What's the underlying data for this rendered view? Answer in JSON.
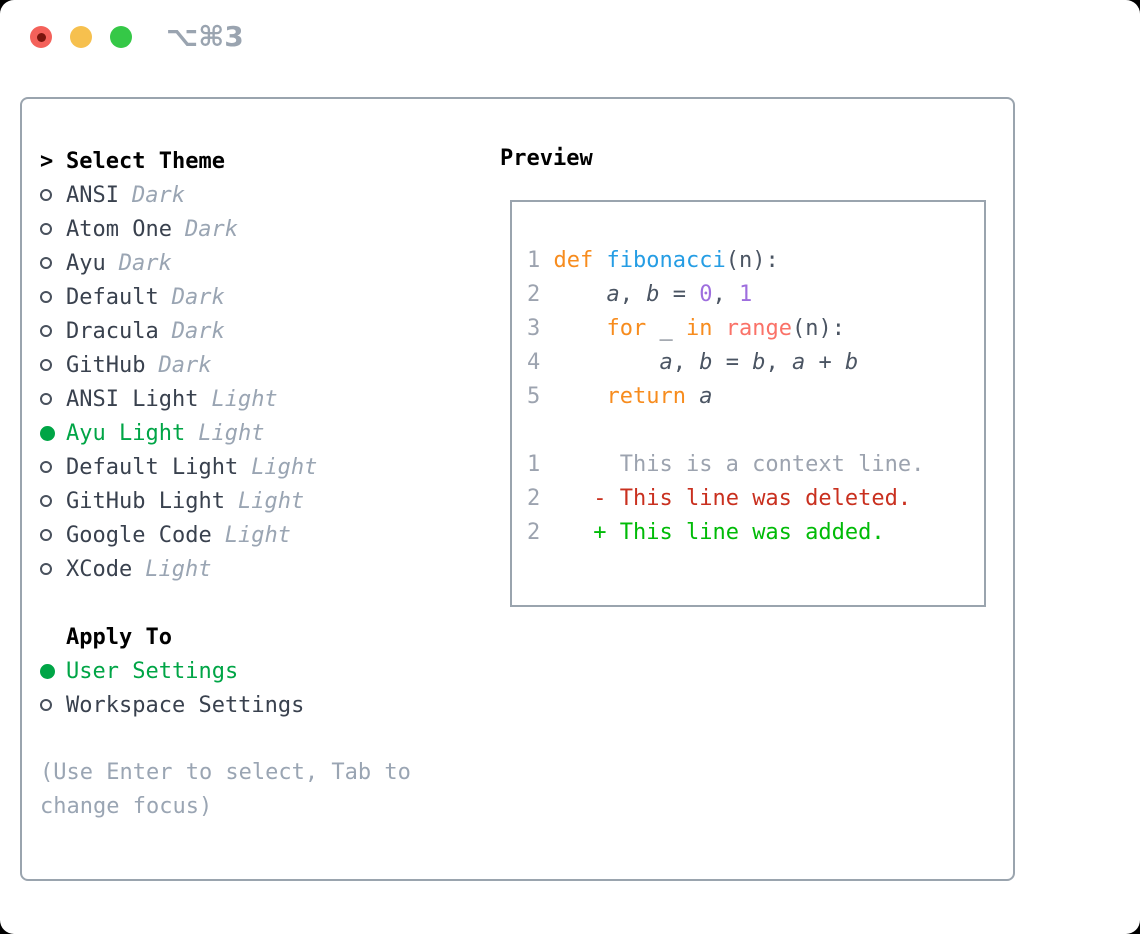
{
  "window": {
    "shortcut_label": "⌥⌘3",
    "traffic_lights": [
      "close",
      "minimize",
      "zoom"
    ]
  },
  "colors": {
    "selected_green": "#00a546",
    "keyword_orange": "#f78c1e",
    "function_blue": "#259de4",
    "number_purple": "#9e6ede",
    "builtin_coral": "#fa7268",
    "code_text": "#4b5563",
    "muted_gray": "#9ca3af",
    "deleted_red": "#c9301f",
    "added_green": "#00bb07",
    "border_gray": "#9aa4ae",
    "traffic_red": "#f4615a",
    "traffic_yellow": "#f6c04e",
    "traffic_green": "#35c847"
  },
  "theme_panel": {
    "header_marker": ">",
    "header": "Select Theme",
    "items": [
      {
        "label": "ANSI",
        "tag": "Dark",
        "selected": false
      },
      {
        "label": "Atom One",
        "tag": "Dark",
        "selected": false
      },
      {
        "label": "Ayu",
        "tag": "Dark",
        "selected": false
      },
      {
        "label": "Default",
        "tag": "Dark",
        "selected": false
      },
      {
        "label": "Dracula",
        "tag": "Dark",
        "selected": false
      },
      {
        "label": "GitHub",
        "tag": "Dark",
        "selected": false
      },
      {
        "label": "ANSI Light",
        "tag": "Light",
        "selected": false
      },
      {
        "label": "Ayu Light",
        "tag": "Light",
        "selected": true
      },
      {
        "label": "Default Light",
        "tag": "Light",
        "selected": false
      },
      {
        "label": "GitHub Light",
        "tag": "Light",
        "selected": false
      },
      {
        "label": "Google Code",
        "tag": "Light",
        "selected": false
      },
      {
        "label": "XCode",
        "tag": "Light",
        "selected": false
      }
    ],
    "apply_header": "Apply To",
    "apply_items": [
      {
        "label": "User Settings",
        "selected": true
      },
      {
        "label": "Workspace Settings",
        "selected": false
      }
    ],
    "hint_lines": [
      "(Use Enter to select, Tab to",
      "change focus)"
    ]
  },
  "preview_panel": {
    "header": "Preview",
    "code_lines": [
      {
        "num": "1",
        "tokens": [
          {
            "t": "def",
            "c": "kw"
          },
          {
            "t": " "
          },
          {
            "t": "fibonacci",
            "c": "fn"
          },
          {
            "t": "(n):"
          }
        ]
      },
      {
        "num": "2",
        "tokens": [
          {
            "t": "    "
          },
          {
            "t": "a",
            "i": 1
          },
          {
            "t": ", "
          },
          {
            "t": "b",
            "i": 1
          },
          {
            "t": " = "
          },
          {
            "t": "0",
            "c": "num"
          },
          {
            "t": ", "
          },
          {
            "t": "1",
            "c": "num"
          }
        ]
      },
      {
        "num": "3",
        "tokens": [
          {
            "t": "    "
          },
          {
            "t": "for",
            "c": "kw"
          },
          {
            "t": " _ "
          },
          {
            "t": "in",
            "c": "kw"
          },
          {
            "t": " "
          },
          {
            "t": "range",
            "c": "bi"
          },
          {
            "t": "(n):"
          }
        ]
      },
      {
        "num": "4",
        "tokens": [
          {
            "t": "        "
          },
          {
            "t": "a",
            "i": 1
          },
          {
            "t": ", "
          },
          {
            "t": "b",
            "i": 1
          },
          {
            "t": " = "
          },
          {
            "t": "b",
            "i": 1
          },
          {
            "t": ", "
          },
          {
            "t": "a",
            "i": 1
          },
          {
            "t": " + "
          },
          {
            "t": "b",
            "i": 1
          }
        ]
      },
      {
        "num": "5",
        "tokens": [
          {
            "t": "    "
          },
          {
            "t": "return",
            "c": "kw"
          },
          {
            "t": " "
          },
          {
            "t": "a",
            "i": 1
          }
        ]
      },
      {
        "num": "",
        "tokens": []
      },
      {
        "num": "1",
        "tokens": [
          {
            "t": "     This is a context line.",
            "c": "dim"
          }
        ]
      },
      {
        "num": "2",
        "tokens": [
          {
            "t": "   "
          },
          {
            "t": "- This line was deleted.",
            "c": "del"
          }
        ]
      },
      {
        "num": "2",
        "tokens": [
          {
            "t": "   "
          },
          {
            "t": "+ This line was added.",
            "c": "add"
          }
        ]
      }
    ]
  }
}
